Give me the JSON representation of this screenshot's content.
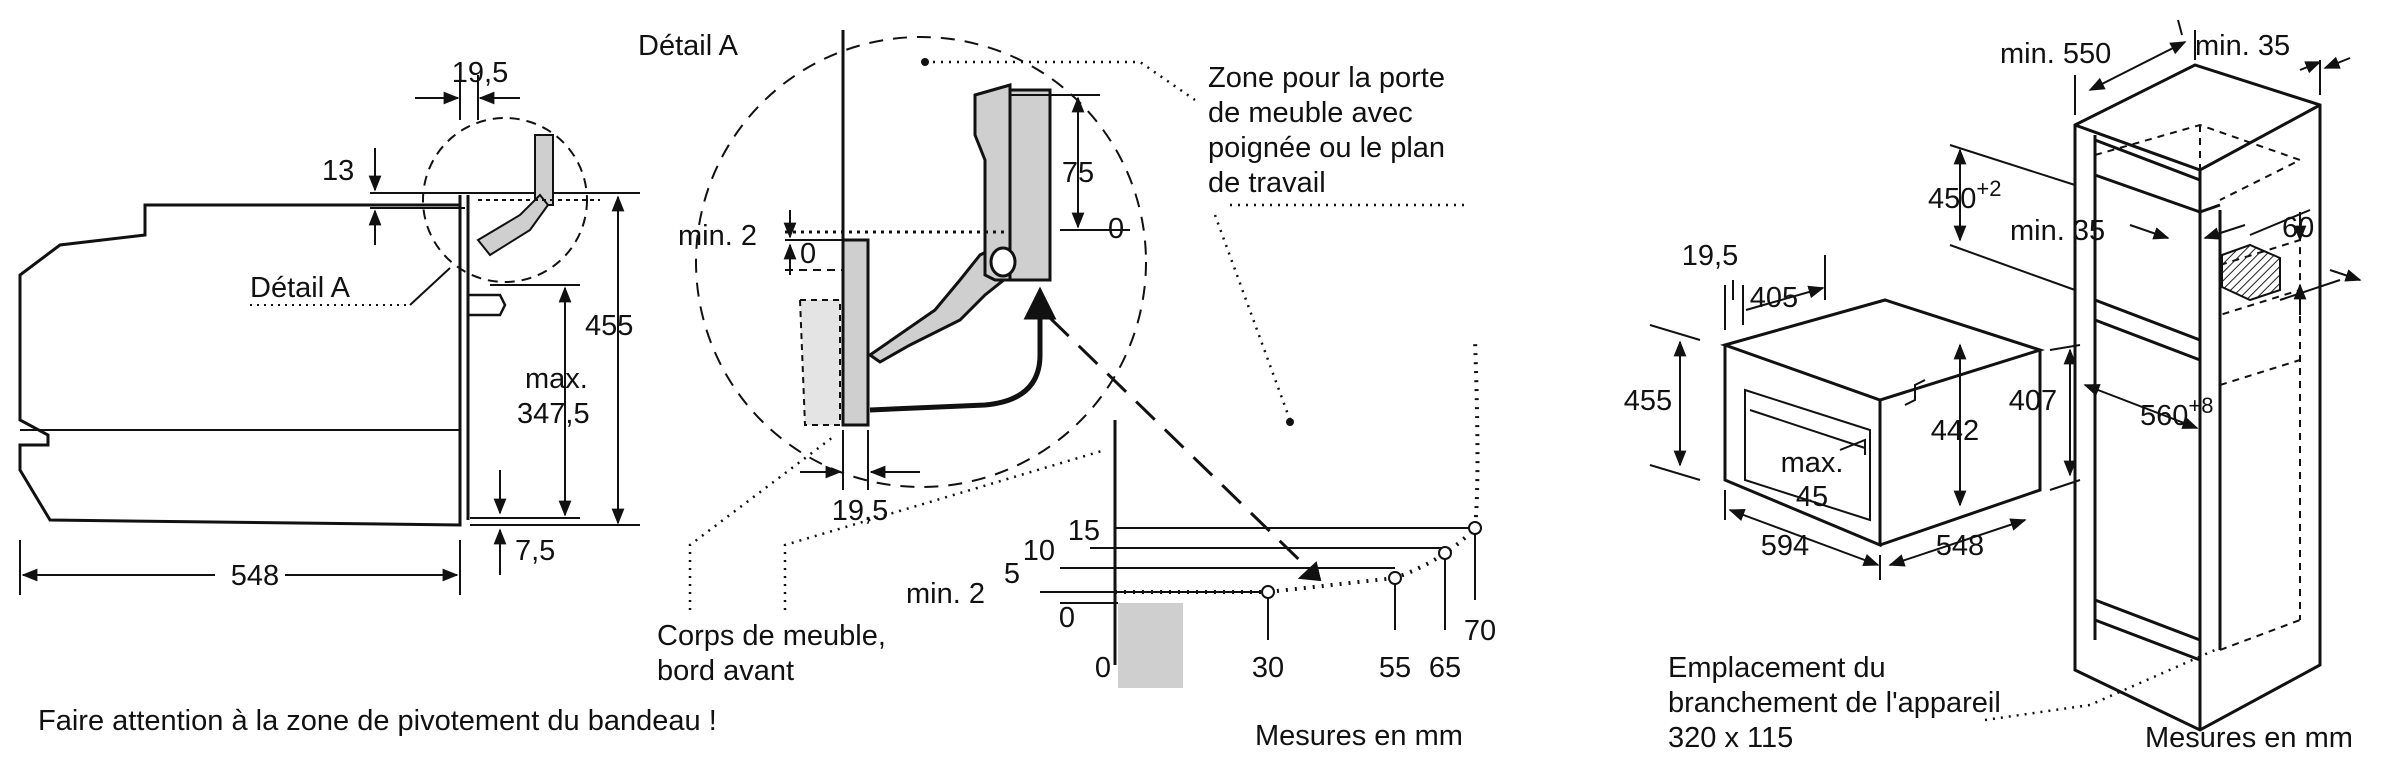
{
  "left": {
    "dim_19_5_top": "19,5",
    "dim_13": "13",
    "detail_ref": "Détail A",
    "dim_455": "455",
    "dim_max": "max.",
    "dim_347_5": "347,5",
    "dim_548": "548",
    "dim_7_5": "7,5",
    "warning": "Faire attention à la zone de pivotement du bandeau !"
  },
  "detail": {
    "title": "Détail A",
    "dim_75": "75",
    "dim_0_right": "0",
    "dim_min2": "min. 2",
    "dim_0_left": "0",
    "dim_19_5_bottom": "19,5",
    "zone_note": [
      "Zone pour la porte",
      "de meuble avec",
      "poignée ou le plan",
      "de travail"
    ],
    "corps_note": [
      "Corps de meuble,",
      "bord avant"
    ]
  },
  "swing": {
    "y_labels": {
      "v15": "15",
      "v10": "10",
      "v5": "5",
      "vmin2": "min. 2",
      "v0": "0"
    },
    "x_labels": {
      "x0": "0",
      "x30": "30",
      "x55": "55",
      "x65": "65",
      "x70": "70"
    },
    "unit_note": "Mesures en mm"
  },
  "right": {
    "dim_19_5": "19,5",
    "dim_405": "405",
    "dim_455": "455",
    "dim_442": "442",
    "dim_407": "407",
    "dim_max": "max.",
    "dim_45": "45",
    "dim_594": "594",
    "dim_548": "548",
    "dim_min550": "min. 550",
    "dim_min35_top": "min. 35",
    "dim_450": "450",
    "dim_450_sup": "+2",
    "dim_min35_mid": "min. 35",
    "dim_60": "60",
    "dim_560": "560",
    "dim_560_sup": "+8",
    "conn_note": [
      "Emplacement du",
      "branchement de l'appareil",
      "320 x 115"
    ],
    "unit_note": "Mesures en mm"
  }
}
